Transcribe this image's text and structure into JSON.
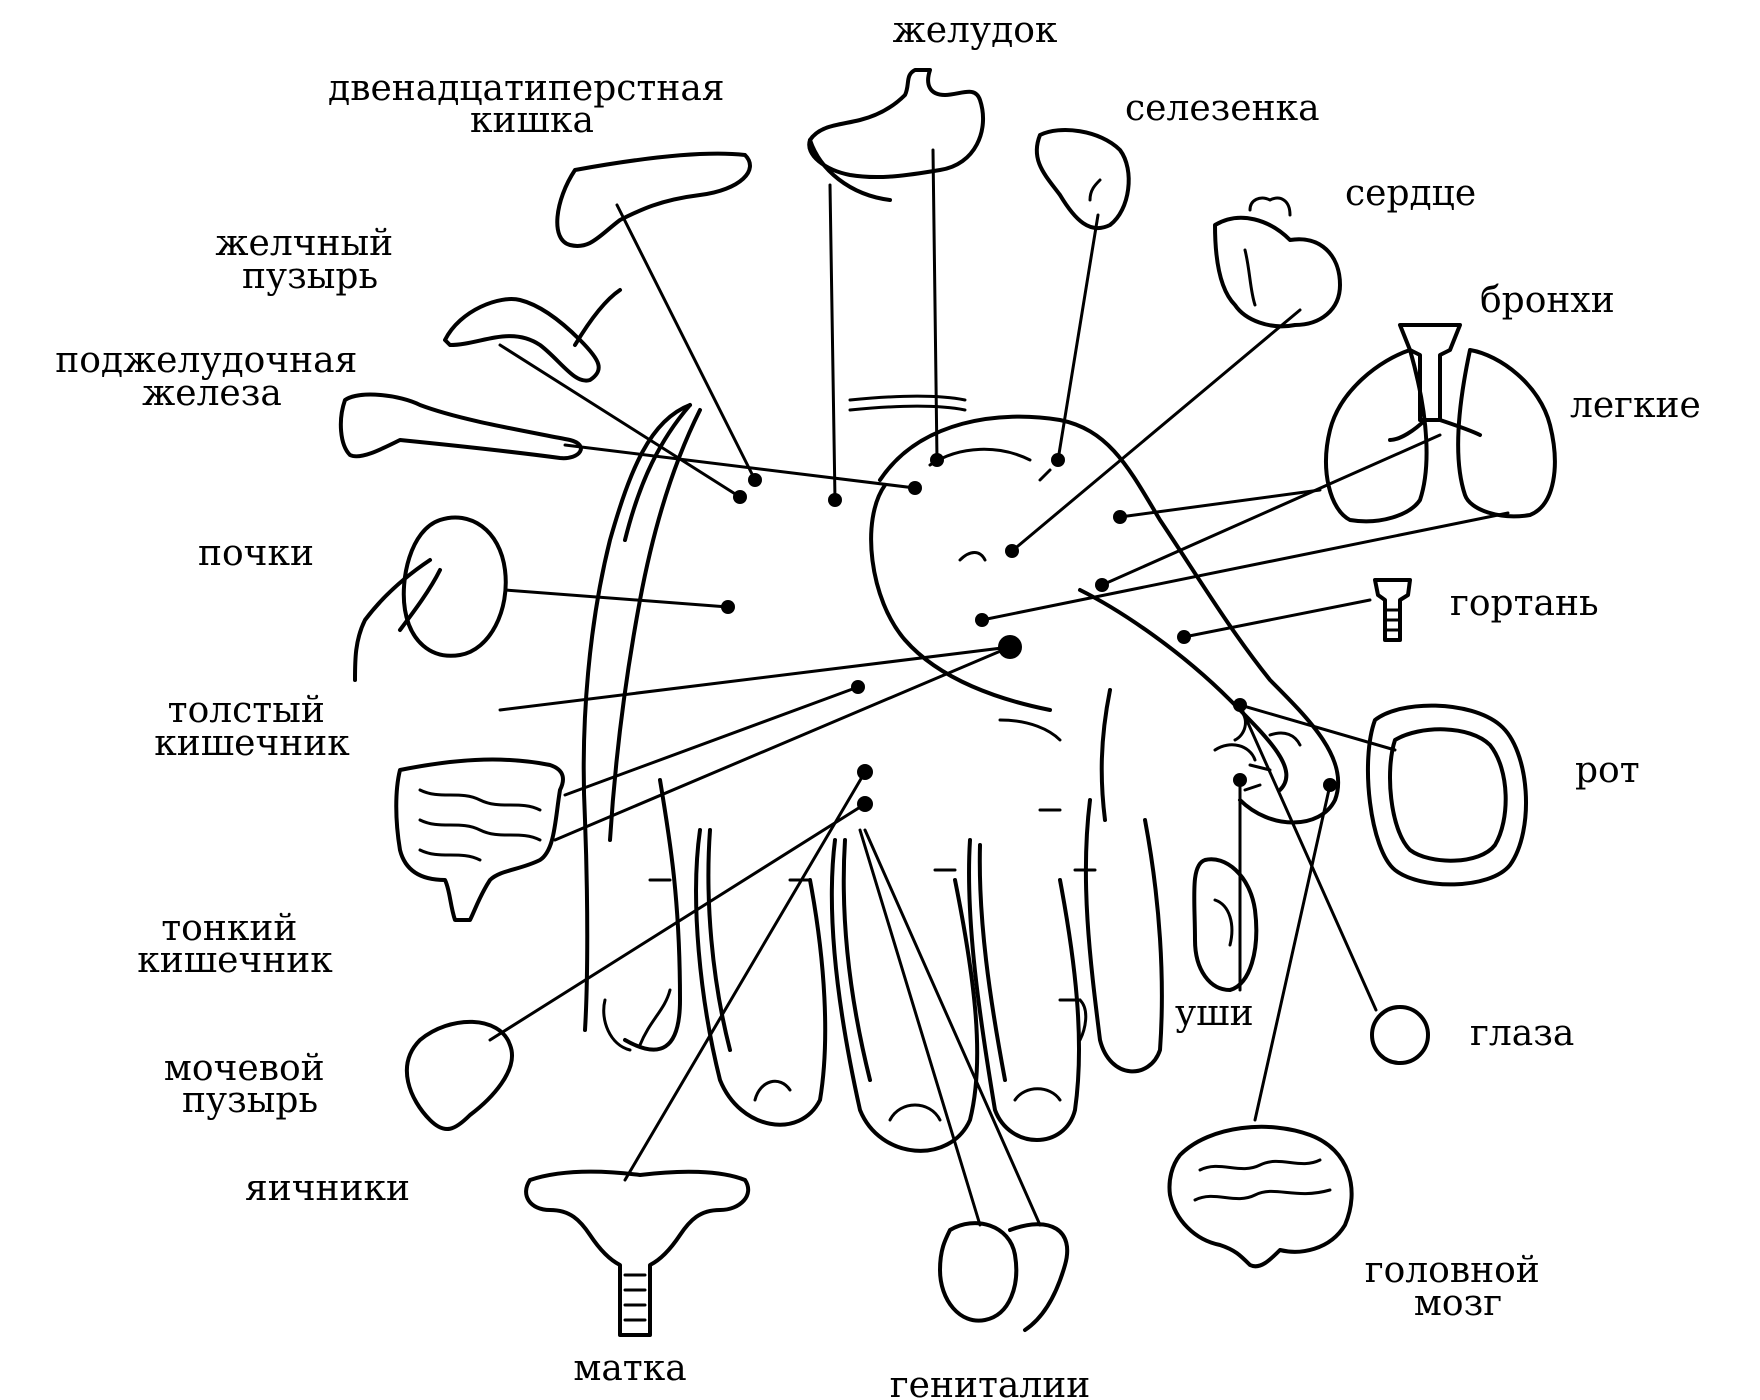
{
  "labels": {
    "stomach": "желудок",
    "duodenum": [
      "двенадцатиперстная",
      "кишка"
    ],
    "spleen": "селезенка",
    "heart": "сердце",
    "bronchi": "бронхи",
    "lungs": "легкие",
    "gallbladder": [
      "желчный",
      "пузырь"
    ],
    "pancreas": [
      "поджелудочная",
      "железа"
    ],
    "kidneys": "почки",
    "larynx": "гортань",
    "large_intestine": [
      "толстый",
      "кишечник"
    ],
    "mouth": "рот",
    "small_intestine": [
      "тонкий",
      "кишечник"
    ],
    "ears": "уши",
    "eyes": "глаза",
    "bladder": [
      "мочевой",
      "пузырь"
    ],
    "ovaries": "яичники",
    "brain": [
      "головной",
      "мозг"
    ],
    "uterus": "матка",
    "genitals": "гениталии"
  }
}
